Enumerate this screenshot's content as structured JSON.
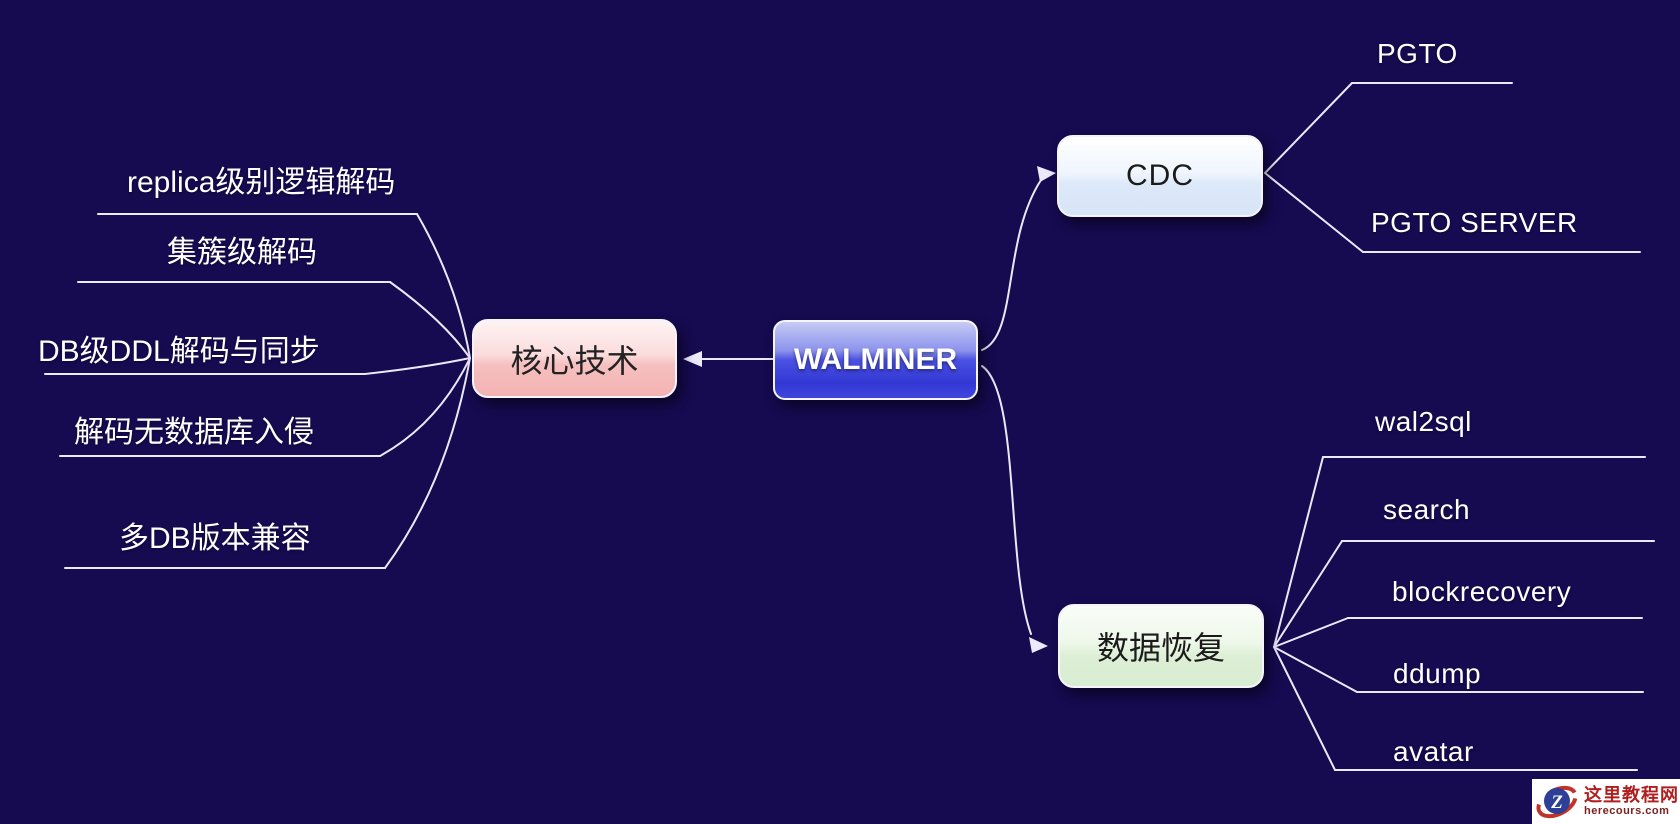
{
  "colors": {
    "background": "#160a50",
    "connector": "#ece9fa",
    "root_node_blue": "#3338d4",
    "core_node_pink": "#f3b2b2",
    "cdc_node_blue": "#d8e5f8",
    "recovery_node_green": "#d8edd1",
    "watermark_red": "#b01f1f"
  },
  "root": {
    "label": "WALMINER"
  },
  "core_tech": {
    "label": "核心技术",
    "branches": [
      "replica级别逻辑解码",
      "集簇级解码",
      "DB级DDL解码与同步",
      "解码无数据库入侵",
      "多DB版本兼容"
    ]
  },
  "cdc": {
    "label": "CDC",
    "branches": [
      "PGTO",
      "PGTO SERVER"
    ]
  },
  "data_recovery": {
    "label": "数据恢复",
    "branches": [
      "wal2sql",
      "search",
      "blockrecovery",
      "ddump",
      "avatar"
    ]
  },
  "watermark": {
    "site_name": "这里教程网",
    "site_domain": "herecours.com",
    "logo_letter": "Z"
  }
}
